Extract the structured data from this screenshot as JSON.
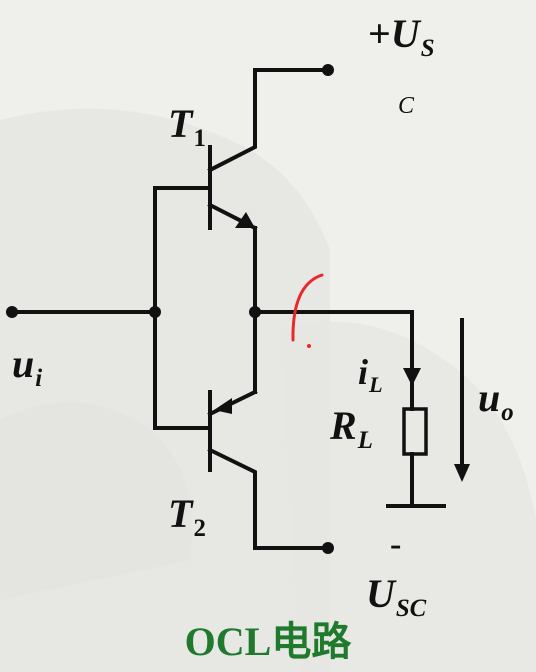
{
  "diagram": {
    "title": "OCL电路",
    "supply_pos": {
      "sign": "+",
      "main": "U",
      "sub": "S",
      "sub_tail": "C"
    },
    "supply_neg": {
      "sign": "-",
      "main": "U",
      "sub": "SC"
    },
    "t1": {
      "main": "T",
      "sub": "1"
    },
    "t2": {
      "main": "T",
      "sub": "2"
    },
    "ui": {
      "main": "u",
      "sub": "i"
    },
    "il": {
      "main": "i",
      "sub": "L"
    },
    "rl": {
      "main": "R",
      "sub": "L"
    },
    "uo": {
      "main": "u",
      "sub": "o"
    },
    "annotation_color": "#e8282b",
    "title_color": "#1f7a2e"
  }
}
